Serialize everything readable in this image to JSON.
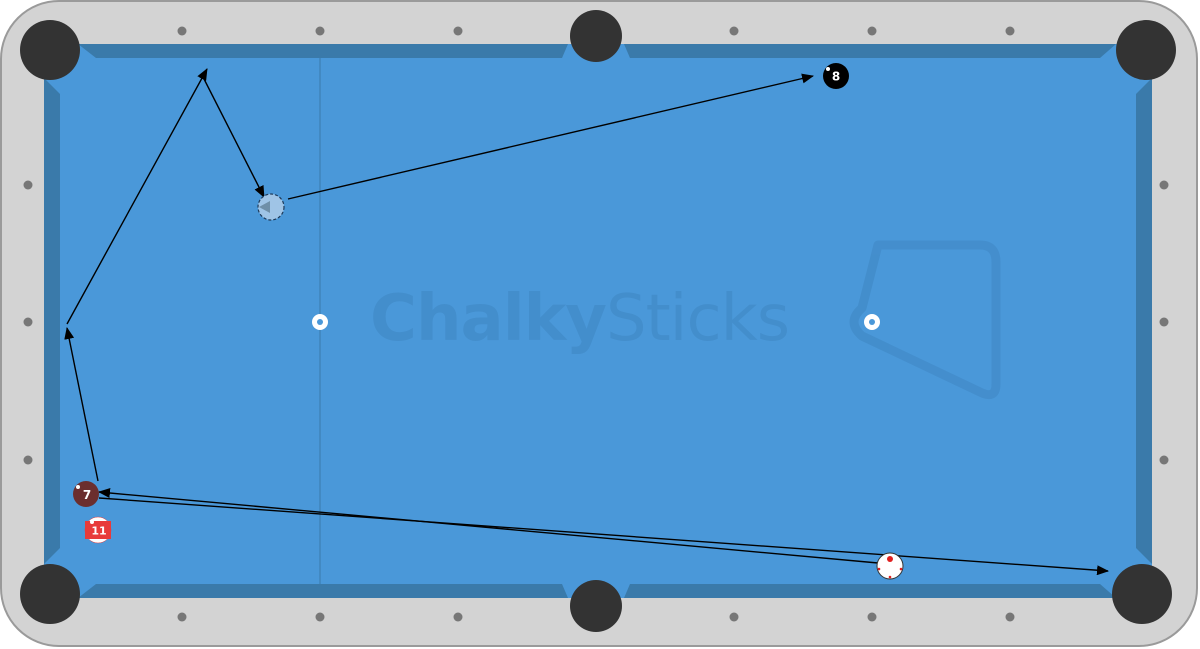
{
  "watermark": {
    "text_left": "Chalky",
    "text_right": "Sticks"
  },
  "balls": [
    {
      "id": "eight-ball",
      "label": "8",
      "type": "solid",
      "color": "#000000"
    },
    {
      "id": "seven-ball",
      "label": "7",
      "type": "solid",
      "color": "#6b2e2e"
    },
    {
      "id": "eleven-ball",
      "label": "11",
      "type": "stripe",
      "color": "#e83a3a"
    },
    {
      "id": "cue-ball",
      "label": "",
      "type": "cue",
      "color": "#ffffff"
    },
    {
      "id": "ghost-ball",
      "label": "",
      "type": "ghost",
      "color": "#9fc4e6"
    }
  ],
  "colors": {
    "cloth": "#4a98d9",
    "cushion": "#3a7aaa",
    "rail": "#d3d3d3",
    "pocket": "#333333",
    "line": "#000000"
  },
  "icons": [
    "rack-triangle-icon",
    "play-triangle-icon"
  ]
}
